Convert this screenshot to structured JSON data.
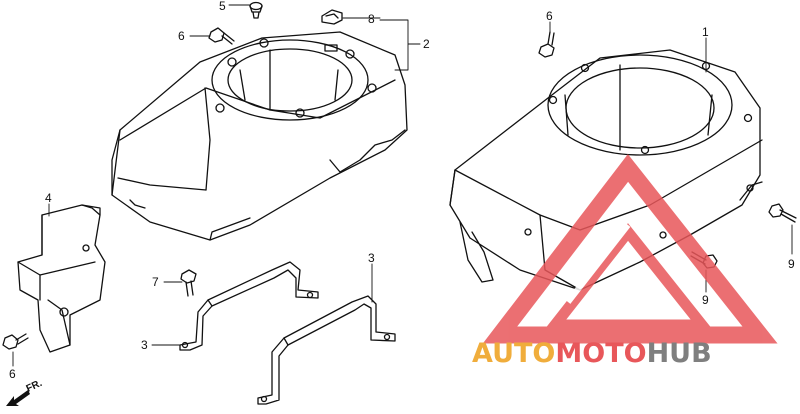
{
  "callouts": {
    "c1": "1",
    "c2": "2",
    "c3a": "3",
    "c3b": "3",
    "c4": "4",
    "c5": "5",
    "c6a": "6",
    "c6b": "6",
    "c6c": "6",
    "c7": "7",
    "c8": "8",
    "c9a": "9",
    "c9b": "9"
  },
  "direction_label": "FR.",
  "watermark": {
    "part1": "AUTO",
    "part2": "MOTO",
    "part3": "HUB",
    "color_orange": "#f0ad3c",
    "color_red": "#e8575a",
    "color_gray": "#7f7f7f"
  }
}
